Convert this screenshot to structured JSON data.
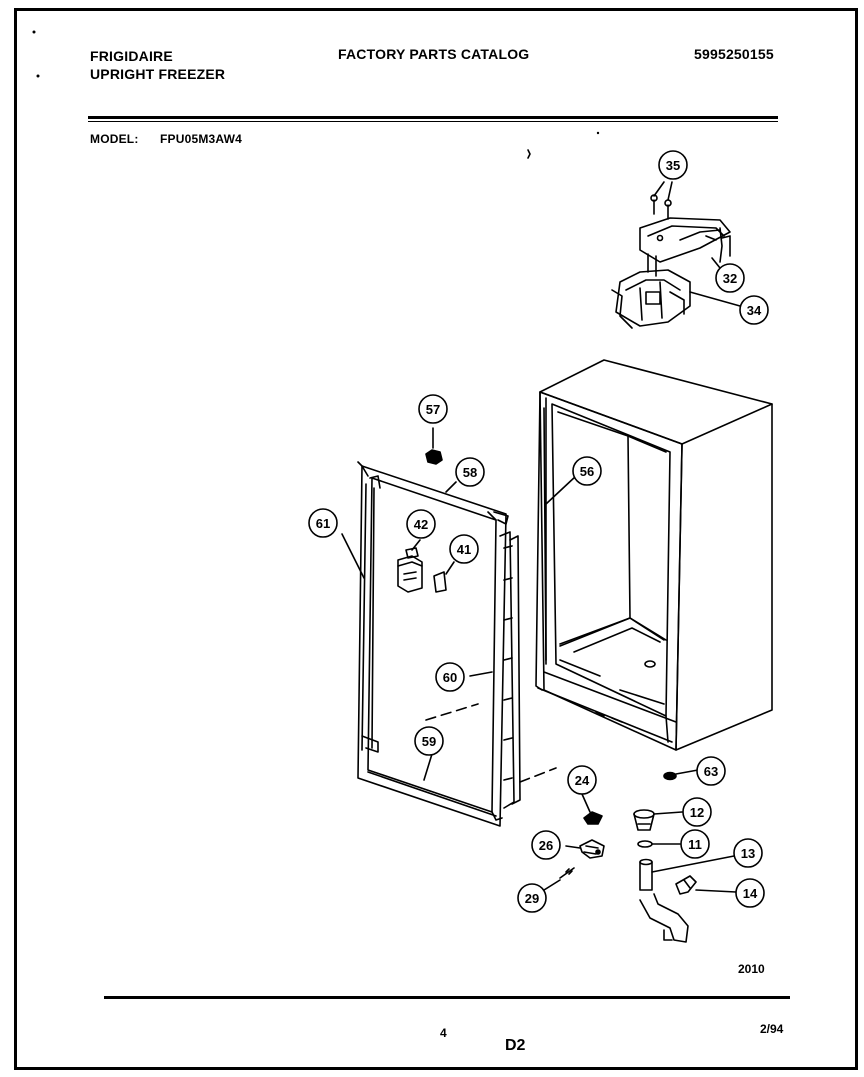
{
  "header": {
    "brand": "FRIGIDAIRE",
    "product": "UPRIGHT FREEZER",
    "catalog_title": "FACTORY PARTS CATALOG",
    "catalog_number": "5995250155",
    "model_label": "MODEL:",
    "model_number": "FPU05M3AW4"
  },
  "callouts": {
    "c35": "35",
    "c32": "32",
    "c34": "34",
    "c57": "57",
    "c58": "58",
    "c56": "56",
    "c61": "61",
    "c42": "42",
    "c41": "41",
    "c60": "60",
    "c59": "59",
    "c63": "63",
    "c24": "24",
    "c12": "12",
    "c26": "26",
    "c11": "11",
    "c13": "13",
    "c29": "29",
    "c14": "14"
  },
  "footer": {
    "drawing_code": "2010",
    "page_number": "4",
    "section": "D2",
    "date": "2/94"
  },
  "colors": {
    "ink": "#000000",
    "paper": "#ffffff"
  }
}
